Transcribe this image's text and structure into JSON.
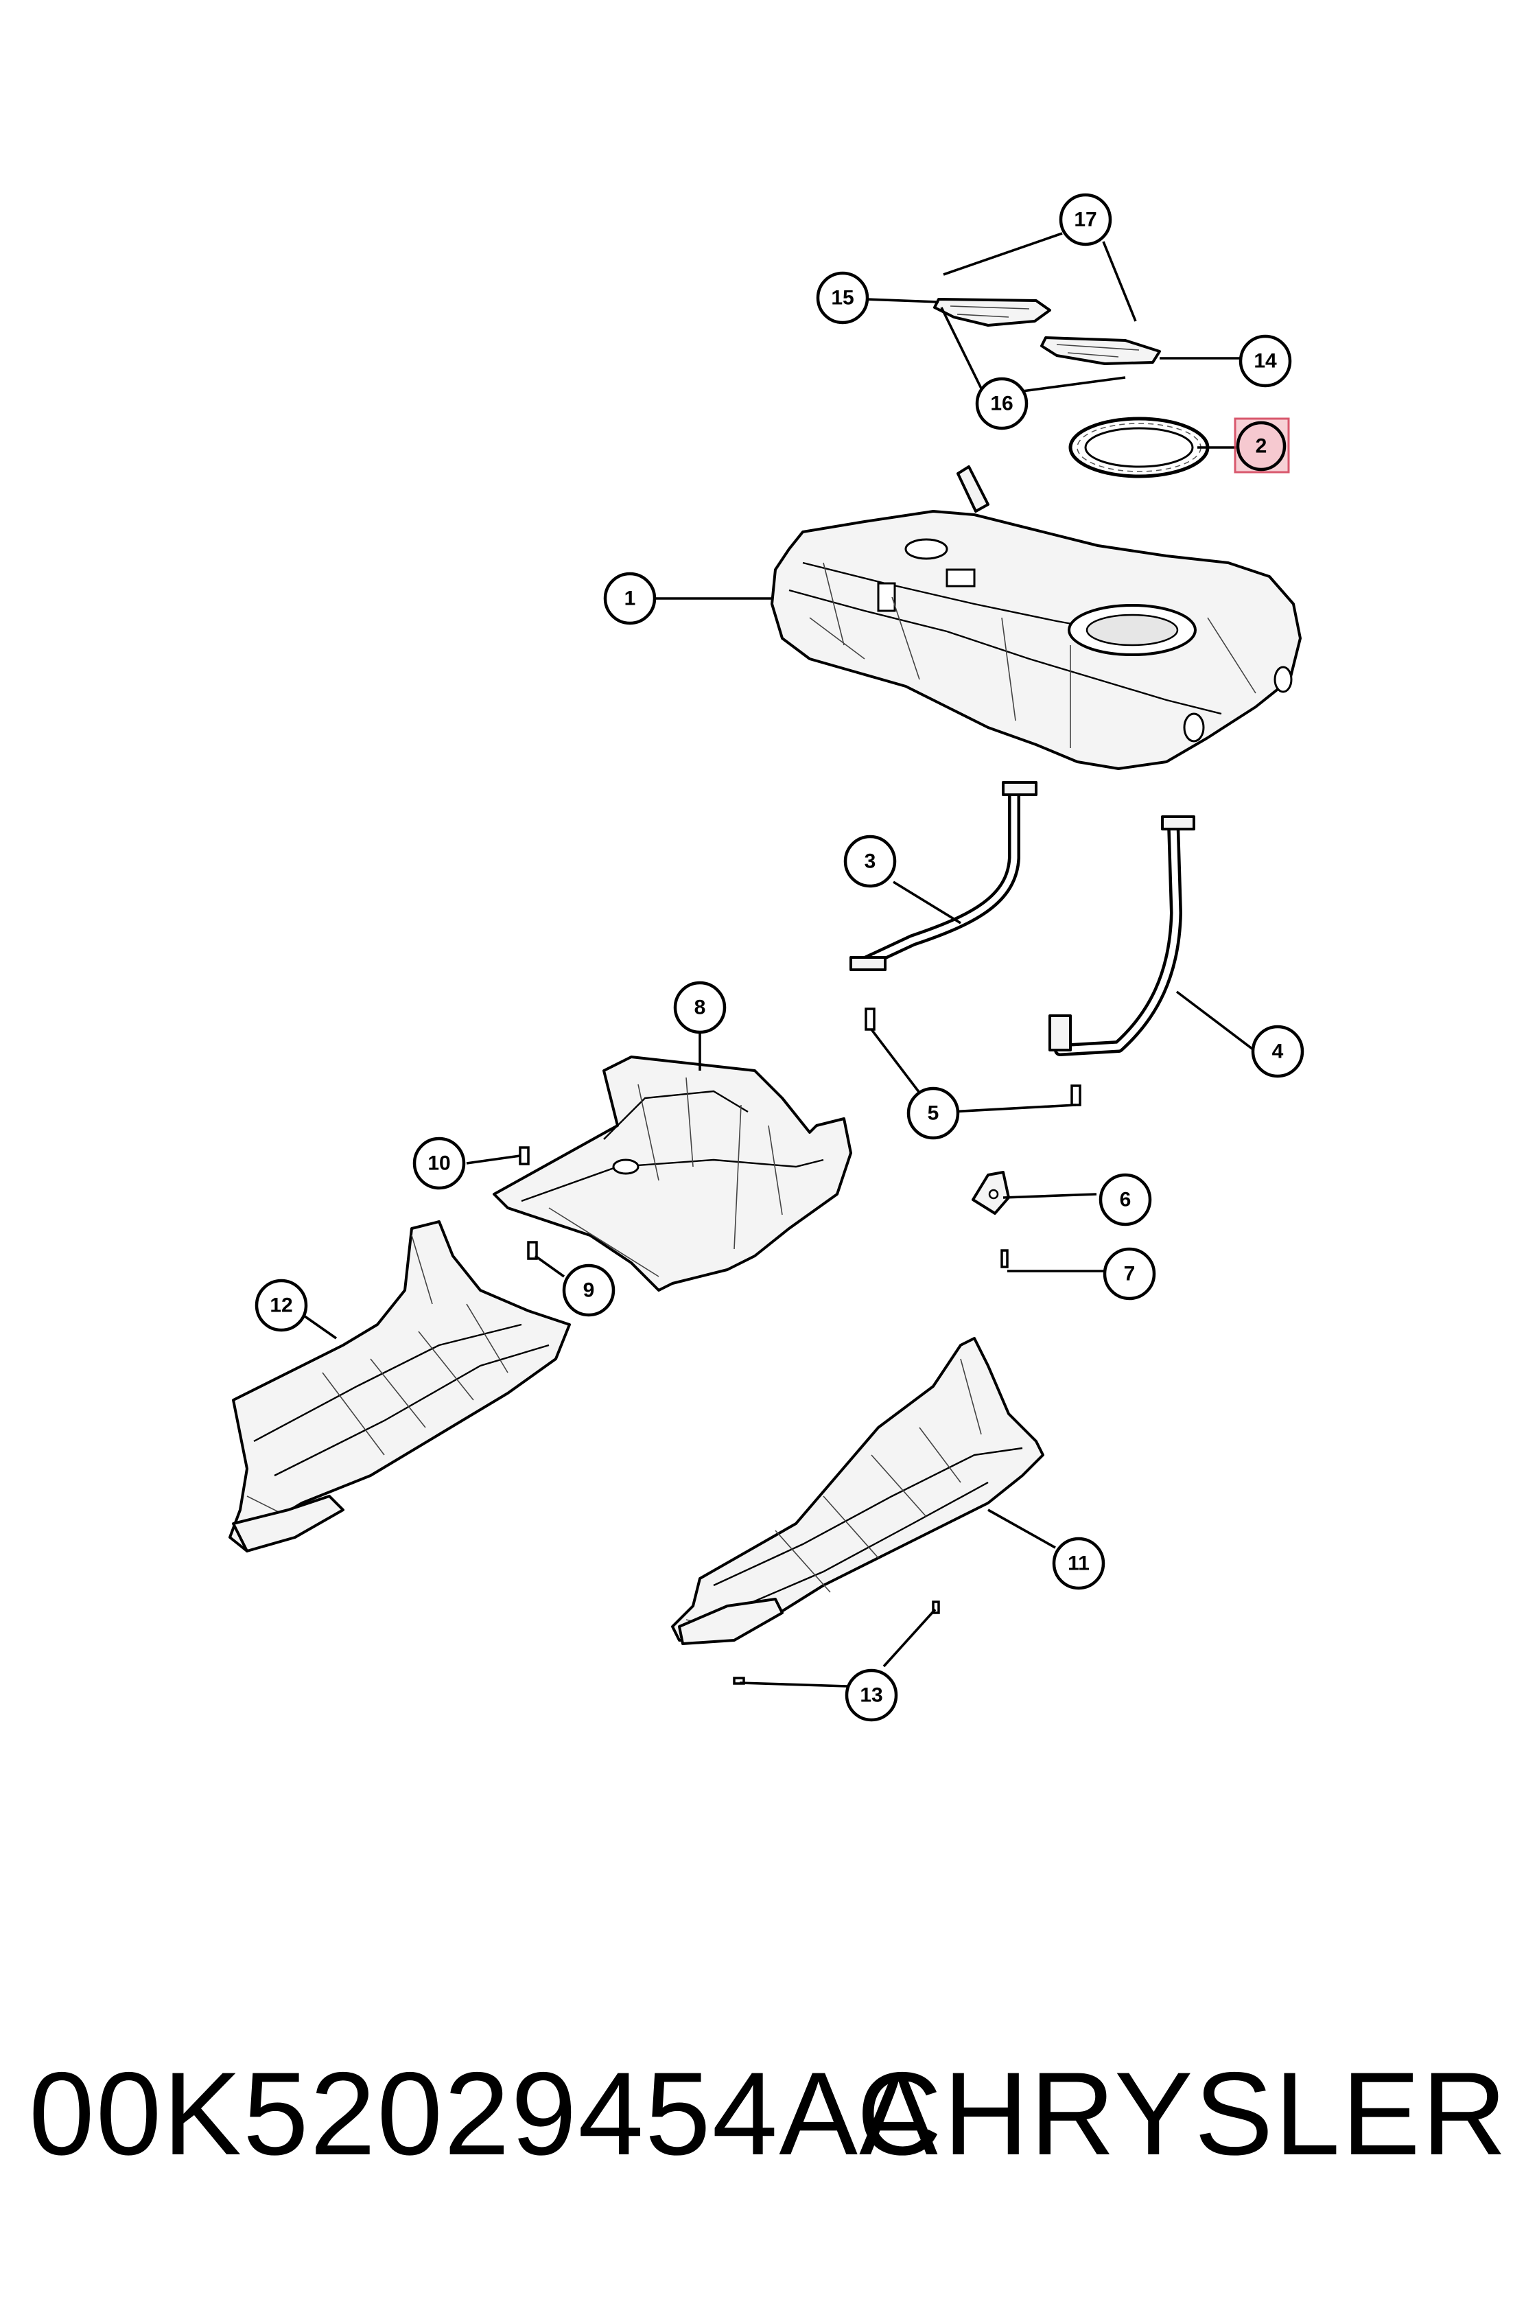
{
  "callouts": {
    "c1": "1",
    "c2": "2",
    "c3": "3",
    "c4": "4",
    "c5": "5",
    "c6": "6",
    "c7": "7",
    "c8": "8",
    "c9": "9",
    "c10": "10",
    "c11": "11",
    "c12": "12",
    "c13": "13",
    "c14": "14",
    "c15": "15",
    "c16": "16",
    "c17": "17"
  },
  "highlighted_callout": "2",
  "colors": {
    "highlight_fill": "#f6c9d0",
    "highlight_stroke": "#d23c54",
    "line": "#000000"
  },
  "footer": {
    "part_number": "00K52029454AA",
    "brand": "CHRYSLER"
  }
}
